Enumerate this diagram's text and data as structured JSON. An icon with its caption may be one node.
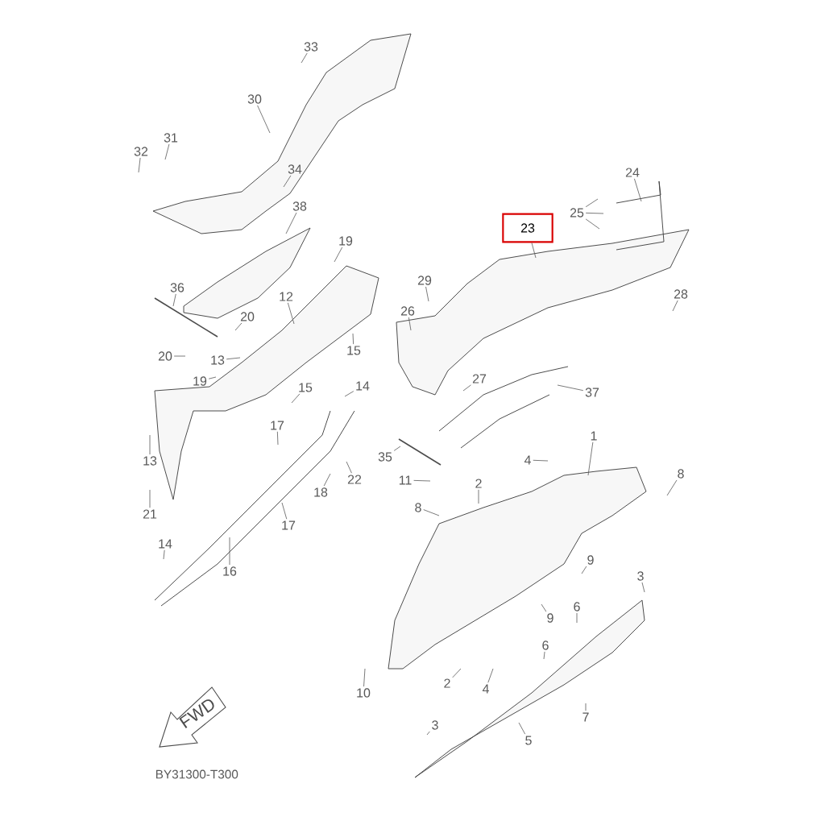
{
  "diagram": {
    "nodes": [
      {
        "text": [
          "33"
        ]
      },
      {
        "text": [
          "30"
        ]
      },
      {
        "text": [
          "31"
        ]
      },
      {
        "text": [
          "32"
        ]
      },
      {
        "text": [
          "34"
        ]
      },
      {
        "text": [
          "38"
        ]
      },
      {
        "text": [
          "19"
        ]
      },
      {
        "text": [
          "36"
        ]
      },
      {
        "text": [
          "12"
        ]
      },
      {
        "text": [
          "20"
        ]
      },
      {
        "text": [
          "15"
        ]
      },
      {
        "text": [
          "20"
        ]
      },
      {
        "text": [
          "13"
        ]
      },
      {
        "text": [
          "19"
        ]
      },
      {
        "text": [
          "15"
        ]
      },
      {
        "text": [
          "14"
        ]
      },
      {
        "text": [
          "17"
        ]
      },
      {
        "text": [
          "13"
        ]
      },
      {
        "text": [
          "18"
        ]
      },
      {
        "text": [
          "22"
        ]
      },
      {
        "text": [
          "21"
        ]
      },
      {
        "text": [
          "17"
        ]
      },
      {
        "text": [
          "14"
        ]
      },
      {
        "text": [
          "16"
        ]
      },
      {
        "text": [
          "24"
        ]
      },
      {
        "text": [
          "25"
        ]
      },
      {
        "text": [
          "23"
        ]
      },
      {
        "text": [
          "29"
        ]
      },
      {
        "text": [
          "26"
        ]
      },
      {
        "text": [
          "28"
        ]
      },
      {
        "text": [
          "27"
        ]
      },
      {
        "text": [
          "37"
        ]
      },
      {
        "text": [
          "35"
        ]
      },
      {
        "text": [
          "1"
        ]
      },
      {
        "text": [
          "4"
        ]
      },
      {
        "text": [
          "8"
        ]
      },
      {
        "text": [
          "11"
        ]
      },
      {
        "text": [
          "2"
        ]
      },
      {
        "text": [
          "8"
        ]
      },
      {
        "text": [
          "9"
        ]
      },
      {
        "text": [
          "3"
        ]
      },
      {
        "text": [
          "9"
        ]
      },
      {
        "text": [
          "6"
        ]
      },
      {
        "text": [
          "6"
        ]
      },
      {
        "text": [
          "2"
        ]
      },
      {
        "text": [
          "4"
        ]
      },
      {
        "text": [
          "10"
        ]
      },
      {
        "text": [
          "7"
        ]
      },
      {
        "text": [
          "5"
        ]
      },
      {
        "text": [
          "3"
        ]
      }
    ],
    "edges": [
      {
        "from": 0,
        "to": null,
        "arrow": "none"
      },
      {
        "from": 1,
        "to": null,
        "arrow": "none"
      },
      {
        "from": 2,
        "to": null,
        "arrow": "none"
      },
      {
        "from": 3,
        "to": null,
        "arrow": "none"
      },
      {
        "from": 4,
        "to": null,
        "arrow": "none"
      },
      {
        "from": 5,
        "to": null,
        "arrow": "none"
      },
      {
        "from": 6,
        "to": null,
        "arrow": "none"
      },
      {
        "from": 7,
        "to": null,
        "arrow": "none"
      },
      {
        "from": 8,
        "to": null,
        "arrow": "none"
      },
      {
        "from": 9,
        "to": null,
        "arrow": "none"
      },
      {
        "from": 10,
        "to": null,
        "arrow": "none"
      },
      {
        "from": 11,
        "to": null,
        "arrow": "none"
      },
      {
        "from": 12,
        "to": null,
        "arrow": "none"
      },
      {
        "from": 13,
        "to": null,
        "arrow": "none"
      },
      {
        "from": 14,
        "to": null,
        "arrow": "none"
      },
      {
        "from": 15,
        "to": null,
        "arrow": "none"
      },
      {
        "from": 16,
        "to": null,
        "arrow": "none"
      },
      {
        "from": 17,
        "to": null,
        "arrow": "none"
      },
      {
        "from": 18,
        "to": null,
        "arrow": "none"
      },
      {
        "from": 19,
        "to": null,
        "arrow": "none"
      },
      {
        "from": 20,
        "to": null,
        "arrow": "none"
      },
      {
        "from": 21,
        "to": null,
        "arrow": "none"
      },
      {
        "from": 22,
        "to": null,
        "arrow": "none"
      },
      {
        "from": 23,
        "to": null,
        "arrow": "none"
      },
      {
        "from": 24,
        "to": null,
        "arrow": "none"
      },
      {
        "from": 25,
        "to": null,
        "arrow": "none"
      },
      {
        "from": 25,
        "to": null,
        "arrow": "none"
      },
      {
        "from": 25,
        "to": null,
        "arrow": "none"
      },
      {
        "from": 26,
        "to": null,
        "arrow": "none"
      },
      {
        "from": 27,
        "to": null,
        "arrow": "none"
      },
      {
        "from": 28,
        "to": null,
        "arrow": "none"
      },
      {
        "from": 29,
        "to": null,
        "arrow": "none"
      },
      {
        "from": 30,
        "to": null,
        "arrow": "none"
      },
      {
        "from": 31,
        "to": null,
        "arrow": "none"
      },
      {
        "from": 32,
        "to": null,
        "arrow": "none"
      },
      {
        "from": 33,
        "to": null,
        "arrow": "none"
      },
      {
        "from": 34,
        "to": null,
        "arrow": "none"
      },
      {
        "from": 35,
        "to": null,
        "arrow": "none"
      },
      {
        "from": 36,
        "to": null,
        "arrow": "none"
      },
      {
        "from": 37,
        "to": null,
        "arrow": "none"
      },
      {
        "from": 38,
        "to": null,
        "arrow": "none"
      },
      {
        "from": 39,
        "to": null,
        "arrow": "none"
      },
      {
        "from": 40,
        "to": null,
        "arrow": "none"
      },
      {
        "from": 41,
        "to": null,
        "arrow": "none"
      },
      {
        "from": 42,
        "to": null,
        "arrow": "none"
      },
      {
        "from": 43,
        "to": null,
        "arrow": "none"
      },
      {
        "from": 44,
        "to": null,
        "arrow": "none"
      },
      {
        "from": 45,
        "to": null,
        "arrow": "none"
      },
      {
        "from": 46,
        "to": null,
        "arrow": "none"
      },
      {
        "from": 47,
        "to": null,
        "arrow": "none"
      },
      {
        "from": 48,
        "to": null,
        "arrow": "none"
      },
      {
        "from": 49,
        "to": null,
        "arrow": "none"
      }
    ],
    "labels": [
      "FWD",
      "BY31300-T300"
    ]
  }
}
